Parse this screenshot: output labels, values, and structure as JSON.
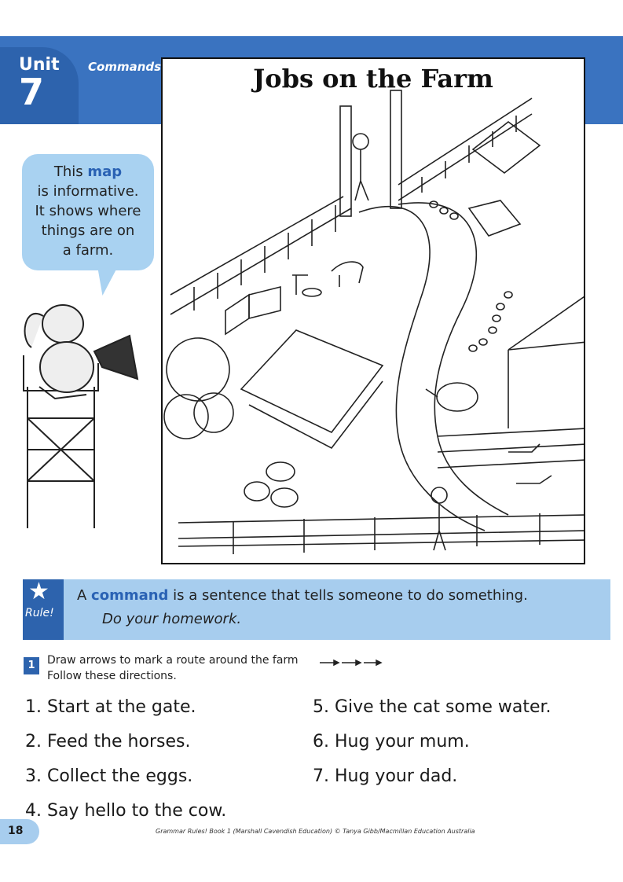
{
  "header": {
    "unit_label": "Unit",
    "unit_number": "7",
    "section_title": "Commands"
  },
  "map": {
    "title": "Jobs on the Farm"
  },
  "bubble": {
    "line1_prefix": "This ",
    "line1_keyword": "map",
    "line2": "is informative.",
    "line3": "It shows where",
    "line4": "things are on",
    "line5": "a farm."
  },
  "rule": {
    "label": "Rule!",
    "text_prefix": "A ",
    "keyword": "command",
    "text_suffix": " is a sentence that tells someone to do something.",
    "example": "Do your homework."
  },
  "exercise": {
    "number": "1",
    "instruction_line1": "Draw arrows to mark a route around the farm",
    "instruction_line2": "Follow these directions.",
    "items": [
      "1. Start at the gate.",
      "2. Feed the horses.",
      "3. Collect the eggs.",
      "4. Say hello to the cow.",
      "5. Give the cat some water.",
      "6. Hug your mum.",
      "7. Hug your dad."
    ]
  },
  "footer": {
    "page_number": "18",
    "credit": "Grammar Rules! Book 1 (Marshall Cavendish Education) © Tanya Gibb/Macmillan Education Australia"
  },
  "colors": {
    "banner_blue": "#3a73c0",
    "dark_blue": "#2d63ad",
    "light_blue": "#a7cdee",
    "keyword_blue": "#2a62b4"
  }
}
